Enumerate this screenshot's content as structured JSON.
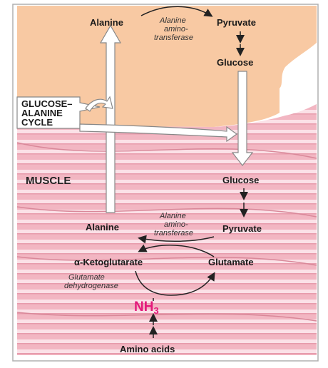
{
  "colors": {
    "liver": "#f8c9a3",
    "muscle": "#f2b6c2",
    "muscle_stripe": "#fbe1e7",
    "nh3": "#e3197b",
    "frame": "#b0b0b0"
  },
  "liver": {
    "alanine": "Alanine",
    "enzyme": [
      "Alanine",
      "amino-",
      "transferase"
    ],
    "pyruvate": "Pyruvate",
    "glucose": "Glucose"
  },
  "cycle_label": [
    "GLUCOSE–",
    "ALANINE",
    "CYCLE"
  ],
  "muscle": {
    "title": "MUSCLE",
    "glucose": "Glucose",
    "pyruvate": "Pyruvate",
    "alanine": "Alanine",
    "enzyme": [
      "Alanine",
      "amino-",
      "transferase"
    ],
    "ketoglutarate": "α-Ketoglutarate",
    "glutamate": "Glutamate",
    "dehydrogenase": [
      "Glutamate",
      "dehydrogenase"
    ],
    "nh3_base": "NH",
    "nh3_sub": "3",
    "amino_acids": "Amino acids"
  }
}
